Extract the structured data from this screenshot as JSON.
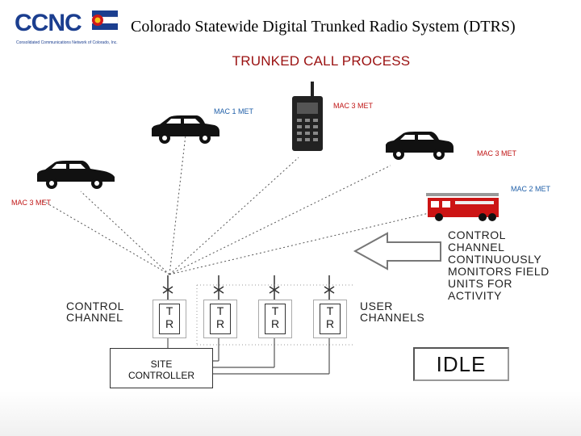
{
  "header": {
    "logo_text": "CCNC",
    "logo_inc": "inc.",
    "logo_subtext": "Consolidated Communications Network of Colorado, Inc.",
    "title": "Colorado Statewide Digital Trunked Radio System (DTRS)",
    "subtitle": "TRUNKED CALL PROCESS"
  },
  "labels": {
    "mac1": "MAC 1 MET",
    "mac3_radio": "MAC 3 MET",
    "mac3_car_right": "MAC 3 MET",
    "mac2": "MAC 2 MET",
    "mac3_left": "MAC 3 MET"
  },
  "control_text": [
    "CONTROL",
    "CHANNEL",
    "CONTINUOUSLY",
    "MONITORS FIELD",
    "UNITS FOR",
    "ACTIVITY"
  ],
  "left_label": [
    "CONTROL",
    "CHANNEL"
  ],
  "right_label": [
    "USER",
    "CHANNELS"
  ],
  "repeaters": [
    {
      "top": "T",
      "bottom": "R"
    },
    {
      "top": "T",
      "bottom": "R"
    },
    {
      "top": "T",
      "bottom": "R"
    },
    {
      "top": "T",
      "bottom": "R"
    }
  ],
  "site_controller": [
    "SITE",
    "CONTROLLER"
  ],
  "idle": "IDLE",
  "colors": {
    "title_red": "#9a1010",
    "mac_blue": "#1f5fa8",
    "mac_red": "#c01515",
    "logo_blue": "#1b3e8f"
  }
}
